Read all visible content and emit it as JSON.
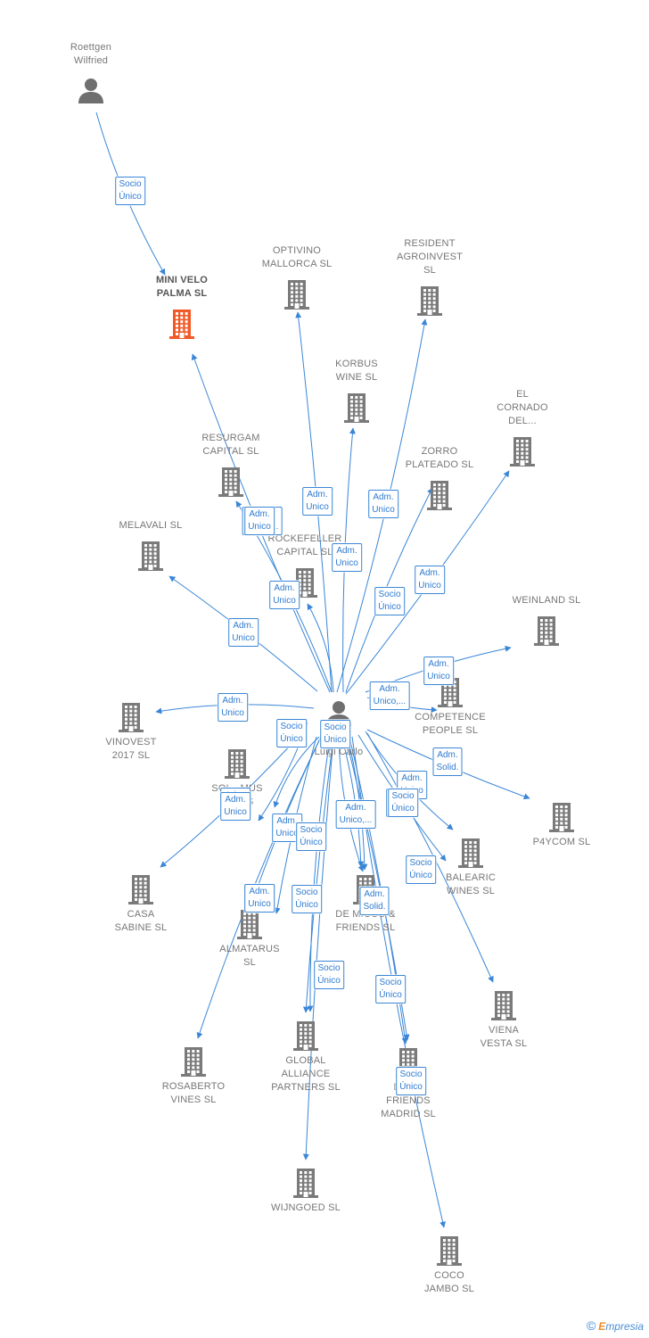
{
  "colors": {
    "edge": "#3a86d6",
    "company": "#7a7a7a",
    "company_main": "#f05a28",
    "person": "#6f6f6f"
  },
  "nodes": [
    {
      "id": "roettgen",
      "type": "person",
      "label": "Roettgen\nWilfried"
    },
    {
      "id": "mini_velo",
      "type": "company_main",
      "label": "MINI VELO\nPALMA SL"
    },
    {
      "id": "optivino",
      "type": "company",
      "label": "OPTIVINO\nMALLORCA SL"
    },
    {
      "id": "resident",
      "type": "company",
      "label": "RESIDENT\nAGROINVEST\nSL"
    },
    {
      "id": "korbus",
      "type": "company",
      "label": "KORBUS\nWINE SL"
    },
    {
      "id": "cornado",
      "type": "company",
      "label": "EL\nCORNADO\nDEL..."
    },
    {
      "id": "resurgam",
      "type": "company",
      "label": "RESURGAM\nCAPITAL SL"
    },
    {
      "id": "zorro",
      "type": "company",
      "label": "ZORRO\nPLATEADO SL"
    },
    {
      "id": "melavali",
      "type": "company",
      "label": "MELAVALI SL"
    },
    {
      "id": "rockefeller",
      "type": "company",
      "label": "ROCKEFELLER\nCAPITAL SL"
    },
    {
      "id": "weinland",
      "type": "company",
      "label": "WEINLAND SL"
    },
    {
      "id": "competence",
      "type": "company",
      "label": "COMPETENCE\nPEOPLE SL"
    },
    {
      "id": "vinovest",
      "type": "company",
      "label": "VINOVEST\n2017 SL"
    },
    {
      "id": "center",
      "type": "person",
      "label": "...co\nLuigi Carlo"
    },
    {
      "id": "solimus",
      "type": "company",
      "label": "SOL...MUS\nSO...IS\nSL"
    },
    {
      "id": "p4ycom",
      "type": "company",
      "label": "P4YCOM SL"
    },
    {
      "id": "balearic",
      "type": "company",
      "label": "BALEARIC\nWINES SL"
    },
    {
      "id": "casa_sabine",
      "type": "company",
      "label": "CASA\nSABINE SL"
    },
    {
      "id": "almatarus",
      "type": "company",
      "label": "ALMATARUS\nSL"
    },
    {
      "id": "demicco",
      "type": "company",
      "label": "DE MICCO &\nFRIENDS SL"
    },
    {
      "id": "viena",
      "type": "company",
      "label": "VIENA\nVESTA SL"
    },
    {
      "id": "global",
      "type": "company",
      "label": "GLOBAL\nALLIANCE\nPARTNERS SL"
    },
    {
      "id": "rosaberto",
      "type": "company",
      "label": "ROSABERTO\nVINES SL"
    },
    {
      "id": "demicco_madrid",
      "type": "company",
      "label": "DE...&\nFRIENDS\nMADRID SL"
    },
    {
      "id": "wijngoed",
      "type": "company",
      "label": "WIJNGOED SL"
    },
    {
      "id": "coco",
      "type": "company",
      "label": "COCO\nJAMBO SL"
    }
  ],
  "edges": [
    {
      "from": "roettgen",
      "to": "mini_velo",
      "label": "Socio\nÚnico"
    },
    {
      "from": "center",
      "to": "mini_velo",
      "label": "Adm.\nUnico,..."
    },
    {
      "from": "center",
      "to": "optivino",
      "label": "Adm.\nUnico"
    },
    {
      "from": "center",
      "to": "resident",
      "label": "Adm.\nUnico"
    },
    {
      "from": "center",
      "to": "korbus",
      "label": "Adm.\nUnico"
    },
    {
      "from": "center",
      "to": "cornado",
      "label": "Adm.\nUnico"
    },
    {
      "from": "center",
      "to": "resurgam",
      "label": "Adm.\nUnico"
    },
    {
      "from": "center",
      "to": "zorro",
      "label": "Socio\nÚnico"
    },
    {
      "from": "center",
      "to": "melavali",
      "label": "Adm.\nUnico"
    },
    {
      "from": "center",
      "to": "rockefeller",
      "label": "Adm.\nUnico"
    },
    {
      "from": "center",
      "to": "weinland",
      "label": "Adm.\nUnico"
    },
    {
      "from": "center",
      "to": "competence",
      "label": "Adm.\nUnico,..."
    },
    {
      "from": "center",
      "to": "vinovest",
      "label": "Adm.\nUnico"
    },
    {
      "from": "center",
      "to": "solimus",
      "label": "Adm.\nUnico"
    },
    {
      "from": "center",
      "to": "p4ycom",
      "label": "Adm.\nSolid."
    },
    {
      "from": "center",
      "to": "balearic",
      "label": "Adm.\nUnico"
    },
    {
      "from": "center",
      "to": "casa_sabine",
      "label": "Adm.\nUnico"
    },
    {
      "from": "center",
      "to": "almatarus",
      "label": "Adm.\nUnico"
    },
    {
      "from": "center",
      "to": "demicco",
      "label": "Adm.\nUnico,..."
    },
    {
      "from": "center",
      "to": "viena",
      "label": "Socio\nÚnico"
    },
    {
      "from": "center",
      "to": "global",
      "label": "Adm.\nUnico"
    },
    {
      "from": "center",
      "to": "rosaberto",
      "label": "Adm.\nUnico"
    },
    {
      "from": "center",
      "to": "demicco_madrid",
      "label": "Socio\nÚnico"
    },
    {
      "from": "center",
      "to": "wijngoed",
      "label": "Socio\nÚnico"
    },
    {
      "from": "center",
      "to": "coco",
      "label": "Socio\nÚnico"
    },
    {
      "from": "center",
      "to": "demicco",
      "label": "Socio\nÚnico"
    },
    {
      "from": "center",
      "to": "almatarus",
      "label": "Socio\nÚnico"
    },
    {
      "from": "center",
      "to": "global",
      "label": "Socio\nÚnico"
    },
    {
      "from": "center",
      "to": "demicco_madrid",
      "label": "Adm.\nSolid."
    },
    {
      "from": "center",
      "to": "balearic",
      "label": "Socio\nÚnico"
    },
    {
      "from": "center",
      "to": "solimus",
      "label": "Socio\nÚnico"
    },
    {
      "from": "center",
      "to": "demicco",
      "label": "Socio\nÚnico"
    }
  ],
  "footer": {
    "copyright": "©",
    "brand_first": "E",
    "brand_rest": "mpresia"
  }
}
